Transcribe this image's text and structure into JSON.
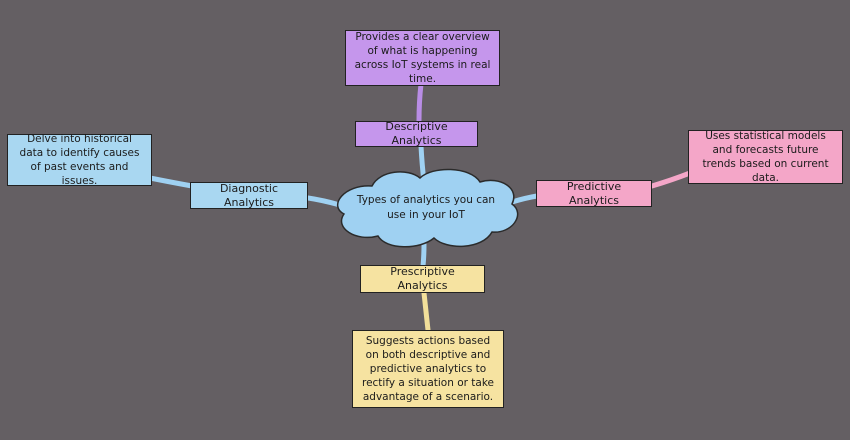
{
  "center": {
    "text": "Types of analytics you can use in your IoT",
    "color": "#9fd1f2"
  },
  "branches": [
    {
      "id": "descriptive",
      "label": "Descriptive Analytics",
      "description": "Provides a clear overview of what is happening across IoT systems in real time.",
      "color": "#c596ec",
      "line_color": "#b98de6"
    },
    {
      "id": "diagnostic",
      "label": "Diagnostic Analytics",
      "description": "Delve into historical data to identify causes of past events and issues.",
      "color": "#a9d7f1",
      "line_color": "#9fd1f2"
    },
    {
      "id": "predictive",
      "label": "Predictive Analytics",
      "description": "Uses statistical models and forecasts future trends based on current data.",
      "color": "#f4a6c8",
      "line_color": "#f4a6c8"
    },
    {
      "id": "prescriptive",
      "label": "Prescriptive Analytics",
      "description": "Suggests actions based on both descriptive and predictive analytics to rectify a situation or take advantage of a scenario.",
      "color": "#f6e3a1",
      "line_color": "#f2df9a"
    }
  ]
}
